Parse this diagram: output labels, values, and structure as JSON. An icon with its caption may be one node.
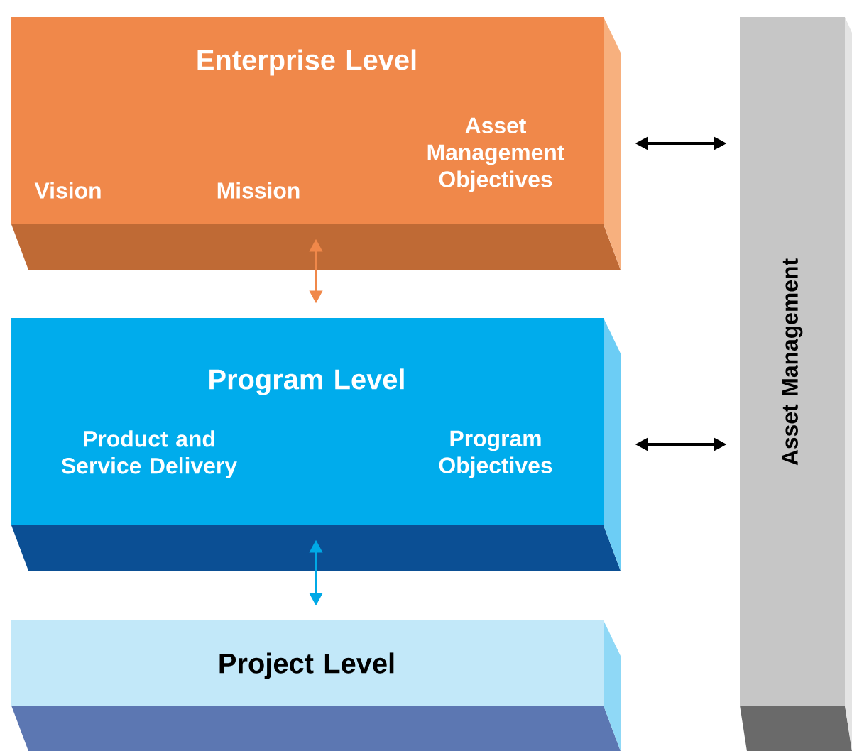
{
  "diagram": {
    "nodes": [
      {
        "text": [
          "Enterprise Level",
          "Vision",
          "Mission",
          "Asset Management Objectives"
        ]
      },
      {
        "text": [
          "Program Level",
          "Product and Service Delivery",
          "Program Objectives"
        ]
      },
      {
        "text": [
          "Project Level"
        ]
      },
      {
        "text": [
          "Asset Management"
        ]
      }
    ],
    "edges": [
      {
        "from": 0,
        "to": 1,
        "arrow": "both",
        "color": "#f0884a"
      },
      {
        "from": 1,
        "to": 2,
        "arrow": "both",
        "color": "#00a9e6"
      },
      {
        "from": 0,
        "to": 3,
        "arrow": "both"
      },
      {
        "from": 1,
        "to": 3,
        "arrow": "both"
      }
    ]
  }
}
